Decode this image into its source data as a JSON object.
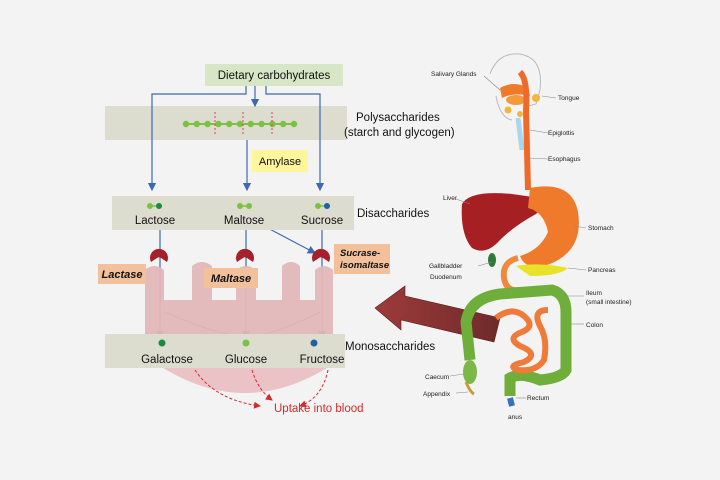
{
  "pathway": {
    "dietary": "Dietary carbohydrates",
    "poly_line1": "Polysaccharides",
    "poly_line2": "(starch and glycogen)",
    "amylase": "Amylase",
    "disaccharides": "Disaccharides",
    "lactose": "Lactose",
    "maltose": "Maltose",
    "sucrose": "Sucrose",
    "lactase": "Lactase",
    "maltase": "Maltase",
    "sucrase_line1": "Sucrase-",
    "sucrase_line2": "isomaltase",
    "monosaccharides": "Monosaccharides",
    "galactose": "Galactose",
    "glucose": "Glucose",
    "fructose": "Fructose",
    "uptake": "Uptake into blood"
  },
  "anatomy": {
    "salivary": "Salivary Glands",
    "tongue": "Tongue",
    "epiglottis": "Epiglottis",
    "esophagus": "Esophagus",
    "liver": "Liver",
    "stomach": "Stomach",
    "gallbladder": "Gallbladder",
    "duodenum": "Duodenum",
    "pancreas": "Pancreas",
    "ileum_line1": "Ileum",
    "ileum_line2": "(small intestine)",
    "colon": "Colon",
    "caecum": "Caecum",
    "appendix": "Appendix",
    "rectum": "Rectum",
    "anus": "anus"
  },
  "colors": {
    "box_bg": "#dcdccf",
    "box_green": "#d7e6c6",
    "amylase_bg": "#fff59a",
    "enzyme_bg": "#f2c19c",
    "enzyme": "#a5202b",
    "villi": "#e3b7b8",
    "arrow_blue": "#3f68b0",
    "dot_green": "#7cc242",
    "dot_blue": "#1f5fa8",
    "big_arrow": "#9b3f3f",
    "uptake_red": "#d42a2a"
  }
}
